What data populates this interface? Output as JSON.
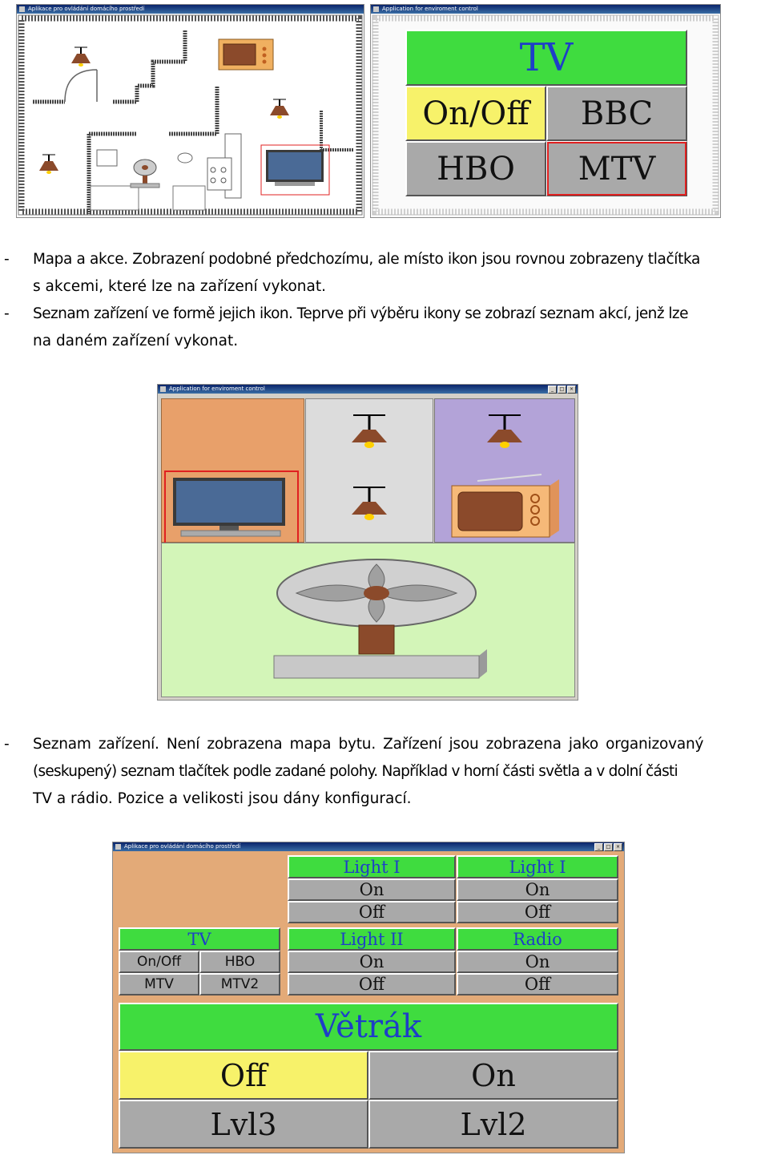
{
  "top_figure": {
    "left_window": {
      "title": "Aplikace pro ovládání domácího prostředí"
    },
    "right_window": {
      "title": "Application for enviroment control",
      "panel": {
        "title": "TV",
        "buttons": [
          "On/Off",
          "BBC",
          "HBO",
          "MTV"
        ]
      }
    }
  },
  "paragraph1": {
    "bullet": "-",
    "lines": [
      "Mapa a akce. Zobrazení podobné předchozímu, ale místo ikon jsou rovnou zobrazeny tlačítka",
      "s akcemi, které lze na zařízení vykonat."
    ]
  },
  "paragraph2": {
    "bullet": "-",
    "lines": [
      "Seznam zařízení ve formě jejich ikon. Teprve při výběru ikony se zobrazí seznam akcí, jenž lze",
      "na daném zařízení vykonat."
    ]
  },
  "middle_figure": {
    "title": "Application for enviroment control",
    "icons": [
      "tv-icon",
      "ceiling-lamp-icon",
      "ceiling-lamp-icon",
      "ceiling-lamp-icon",
      "radio-icon",
      "fan-icon"
    ],
    "colors": {
      "tv_cell": "#e8a06a",
      "lights_cell": "#dcdcdc",
      "radio_cell": "#b3a3d8",
      "fan_cell": "#d3f5b8"
    }
  },
  "paragraph3": {
    "bullet": "-",
    "lines": [
      "Seznam zařízení. Není zobrazena mapa bytu. Zařízení jsou zobrazena jako organizovaný",
      "(seskupený) seznam tlačítek podle zadané polohy. Například v horní části světla a v dolní části",
      "TV a rádio. Pozice a velikosti jsou dány konfigurací."
    ]
  },
  "bottom_figure": {
    "title": "Aplikace pro ovládání domácího prostředí",
    "light1a": {
      "title": "Light I",
      "on": "On",
      "off": "Off"
    },
    "light1b": {
      "title": "Light I",
      "on": "On",
      "off": "Off"
    },
    "tv": {
      "title": "TV",
      "onoff": "On/Off",
      "hbo": "HBO",
      "mtv": "MTV",
      "mtv2": "MTV2"
    },
    "light2": {
      "title": "Light II",
      "on": "On",
      "off": "Off"
    },
    "radio": {
      "title": "Radio",
      "on": "On",
      "off": "Off"
    },
    "fan": {
      "title": "Větrák",
      "off": "Off",
      "on": "On",
      "lvl3": "Lvl3",
      "lvl2": "Lvl2"
    }
  }
}
